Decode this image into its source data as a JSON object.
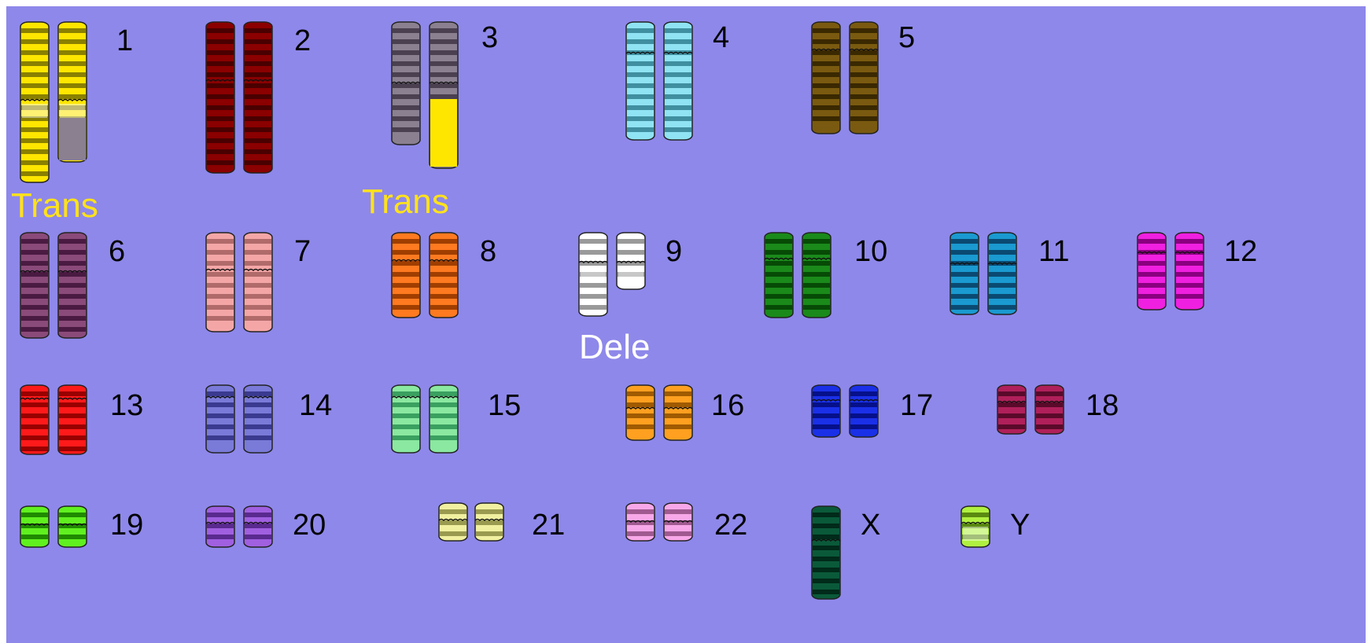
{
  "chromosomes": [
    {
      "label": "1",
      "color": "#ffe600",
      "band": "#8a8000",
      "pair": true
    },
    {
      "label": "2",
      "color": "#8b0000",
      "band": "#4a0000",
      "pair": true
    },
    {
      "label": "3",
      "color": "#8a8090",
      "band": "#4a4050",
      "pair": true
    },
    {
      "label": "4",
      "color": "#8fe3f2",
      "band": "#3f8fa0",
      "pair": true
    },
    {
      "label": "5",
      "color": "#7a5a10",
      "band": "#3a2800",
      "pair": true
    },
    {
      "label": "6",
      "color": "#8a4a7a",
      "band": "#4a1a42",
      "pair": true
    },
    {
      "label": "7",
      "color": "#f4a6a6",
      "band": "#b06a6a",
      "pair": true
    },
    {
      "label": "8",
      "color": "#ff7a20",
      "band": "#a03e00",
      "pair": true
    },
    {
      "label": "9",
      "color": "#ffffff",
      "band": "#9a9a9a",
      "pair": true
    },
    {
      "label": "10",
      "color": "#1a8a1a",
      "band": "#064a06",
      "pair": true
    },
    {
      "label": "11",
      "color": "#1a9ad0",
      "band": "#0a4a72",
      "pair": true
    },
    {
      "label": "12",
      "color": "#f020e0",
      "band": "#8a0080",
      "pair": true
    },
    {
      "label": "13",
      "color": "#ff1a1a",
      "band": "#9a0000",
      "pair": true
    },
    {
      "label": "14",
      "color": "#7a7ad8",
      "band": "#3a3a90",
      "pair": true
    },
    {
      "label": "15",
      "color": "#8ae8a0",
      "band": "#3aa060",
      "pair": true
    },
    {
      "label": "16",
      "color": "#ffa020",
      "band": "#a05a00",
      "pair": true
    },
    {
      "label": "17",
      "color": "#1a30e8",
      "band": "#06108a",
      "pair": true
    },
    {
      "label": "18",
      "color": "#b0205a",
      "band": "#5a0a2a",
      "pair": true
    },
    {
      "label": "19",
      "color": "#60f020",
      "band": "#208a00",
      "pair": true
    },
    {
      "label": "20",
      "color": "#a060e0",
      "band": "#5a2a90",
      "pair": true
    },
    {
      "label": "21",
      "color": "#f0f0a0",
      "band": "#9a9a50",
      "pair": true
    },
    {
      "label": "22",
      "color": "#f8a8e8",
      "band": "#a05a90",
      "pair": true
    },
    {
      "label": "X",
      "color": "#0a5a3a",
      "band": "#012a1a",
      "pair": false
    },
    {
      "label": "Y",
      "color": "#b0f040",
      "band": "#5a8a10",
      "pair": false
    }
  ],
  "annotations": {
    "trans_1": "Trans",
    "trans_3": "Trans",
    "dele_9": "Dele"
  },
  "colors": {
    "background": "#8e88ea",
    "translocation_text": "#ffe21a",
    "deletion_text": "#ffffff"
  }
}
